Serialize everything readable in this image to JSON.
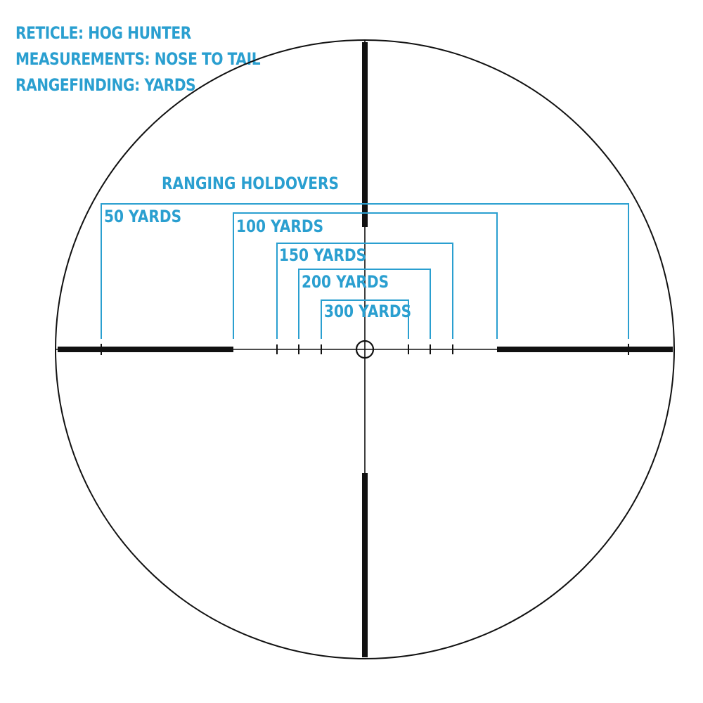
{
  "info": {
    "reticle": "RETICLE: HOG HUNTER",
    "measurements": "MEASUREMENTS: NOSE TO TAIL",
    "rangefinding": "RANGEFINDING: YARDS"
  },
  "holdovers": {
    "title": "RANGING HOLDOVERS",
    "labels": [
      "50 YARDS",
      "100 YARDS",
      "150 YARDS",
      "200 YARDS",
      "300 YARDS"
    ]
  },
  "colors": {
    "accent": "#2a9fd0",
    "reticle": "#111111",
    "background": "#ffffff"
  }
}
